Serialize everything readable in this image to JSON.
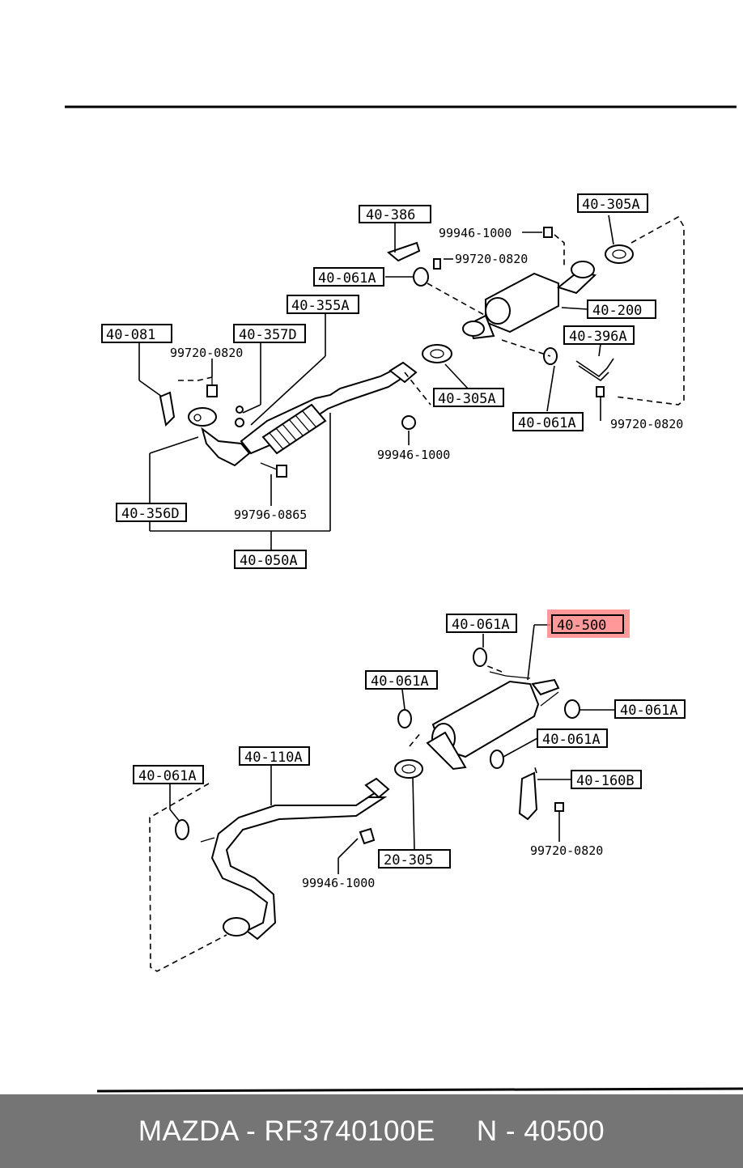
{
  "upper_diagram": {
    "labels": {
      "l_40_386": "40-386",
      "l_40_305A_top": "40-305A",
      "l_40_061A_a": "40-061A",
      "l_40_355A": "40-355A",
      "l_40_200": "40-200",
      "l_40_081": "40-081",
      "l_40_357D": "40-357D",
      "l_40_396A": "40-396A",
      "l_40_305A_mid": "40-305A",
      "l_40_061A_b": "40-061A",
      "l_40_356D": "40-356D",
      "l_40_050A": "40-050A"
    },
    "numbers": {
      "n_99946_1000_top": "99946-1000",
      "n_99720_0820_a": "99720-0820",
      "n_99720_0820_b": "99720-0820",
      "n_99720_0820_c": "99720-0820",
      "n_99946_1000_mid": "99946-1000",
      "n_99796_0865": "99796-0865"
    }
  },
  "lower_diagram": {
    "labels": {
      "l_40_061A_c": "40-061A",
      "l_40_500": "40-500",
      "l_40_061A_d": "40-061A",
      "l_40_061A_e": "40-061A",
      "l_40_061A_f": "40-061A",
      "l_40_061A_g": "40-061A",
      "l_40_110A": "40-110A",
      "l_40_160B": "40-160B",
      "l_20_305": "20-305"
    },
    "numbers": {
      "n_99720_0820_d": "99720-0820",
      "n_99946_1000_low": "99946-1000"
    },
    "highlight_color": "#ff8080"
  },
  "footer": {
    "text": "MAZDA - RF3740100E     N - 40500",
    "background": "#757575"
  }
}
